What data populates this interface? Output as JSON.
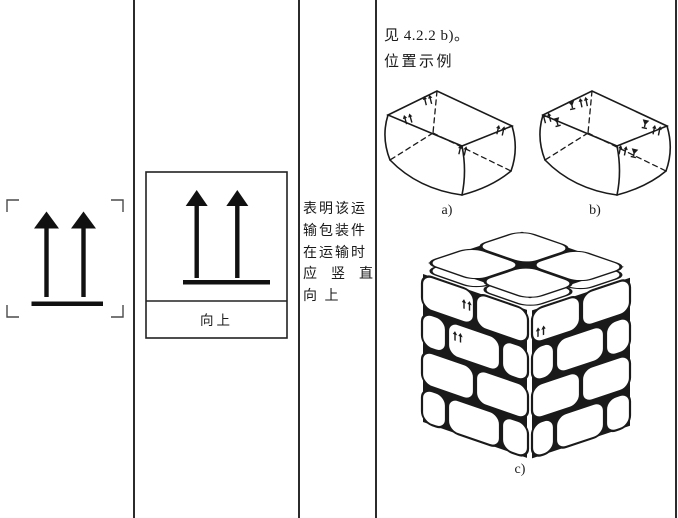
{
  "cells": {
    "symbol": {
      "icon": "two-up-arrows-over-bar-icon"
    },
    "boxed_symbol": {
      "caption": "向上",
      "icon": "two-up-arrows-over-bar-icon"
    },
    "description": {
      "lines": [
        "表明该运",
        "输包装件",
        "在运输时",
        "应　竖　直",
        "向 上"
      ]
    },
    "usage": {
      "reference": "见 4.2.2 b)。",
      "subtitle": "位置示例",
      "figure_labels": {
        "a": "a)",
        "b": "b)",
        "c": "c)"
      }
    }
  },
  "icons": {
    "up_arrows": "double-up-arrow-icon",
    "goblet": "fragile-goblet-icon"
  },
  "colors": {
    "ink": "#1a1a1a",
    "table_line": "#2b2b2b",
    "bracket": "#4a4a4a"
  }
}
